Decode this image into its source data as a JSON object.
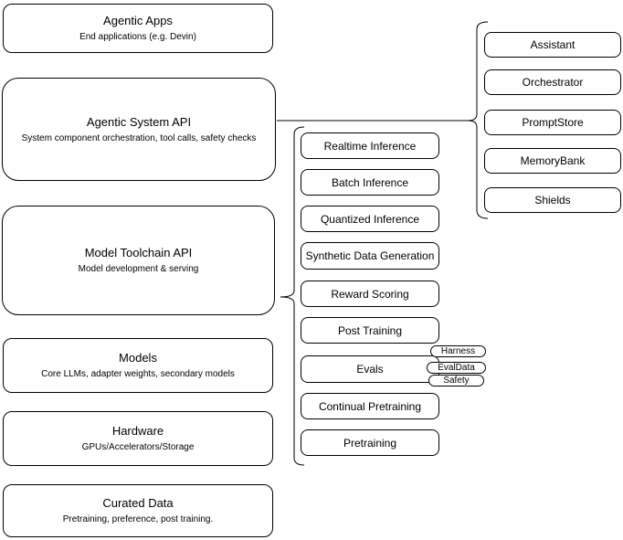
{
  "diagram": {
    "colors": {
      "stroke": "#000000",
      "background": "#ffffff",
      "text": "#000000"
    },
    "stack": [
      {
        "title": "Agentic Apps",
        "subtitle": "End applications (e.g. Devin)"
      },
      {
        "title": "Agentic System API",
        "subtitle": "System component orchestration, tool calls, safety checks"
      },
      {
        "title": "Model Toolchain API",
        "subtitle": "Model development & serving"
      },
      {
        "title": "Models",
        "subtitle": "Core LLMs, adapter weights, secondary models"
      },
      {
        "title": "Hardware",
        "subtitle": "GPUs/Accelerators/Storage"
      },
      {
        "title": "Curated Data",
        "subtitle": "Pretraining, preference, post training."
      }
    ],
    "toolchain_items": [
      "Realtime Inference",
      "Batch Inference",
      "Quantized Inference",
      "Synthetic Data Generation",
      "Reward Scoring",
      "Post Training",
      "Evals",
      "Continual Pretraining",
      "Pretraining"
    ],
    "evals_badges": [
      "Harness",
      "EvalData",
      "Safety"
    ],
    "system_components": [
      "Assistant",
      "Orchestrator",
      "PromptStore",
      "MemoryBank",
      "Shields"
    ]
  }
}
